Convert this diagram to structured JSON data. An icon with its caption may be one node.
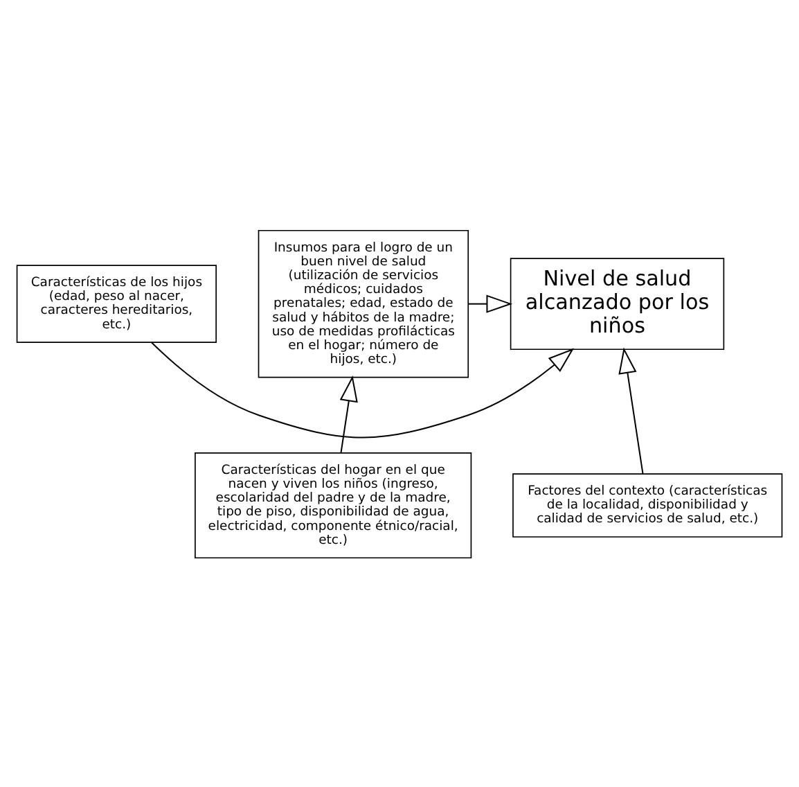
{
  "diagram": {
    "nodes": [
      {
        "text": [
          "Características de los hijos (edad, peso al nacer, caracteres hereditarios, etc.)"
        ]
      },
      {
        "text": [
          "Insumos para el logro de un buen nivel de salud (utilización de servicios médicos; cuidados prenatales; edad, estado de salud y hábitos de la madre; uso de medidas profilácticas en el hogar; número de hijos, etc.)"
        ]
      },
      {
        "text": [
          "Nivel de salud alcanzado por los niños"
        ]
      },
      {
        "text": [
          "Características del hogar en el que nacen y viven los niños (ingreso, escolaridad del padre y de la madre, tipo de piso, disponibilidad de agua, electricidad, componente étnico/racial, etc.)"
        ]
      },
      {
        "text": [
          "Factores del contexto (características de la localidad, disponibilidad y calidad de servicios de salud, etc.)"
        ]
      }
    ],
    "edges": [
      {
        "from": 0,
        "to": 2,
        "arrow": "to"
      },
      {
        "from": 1,
        "to": 2,
        "arrow": "to"
      },
      {
        "from": 3,
        "to": 1,
        "arrow": "to"
      },
      {
        "from": 4,
        "to": 2,
        "arrow": "to"
      }
    ]
  }
}
